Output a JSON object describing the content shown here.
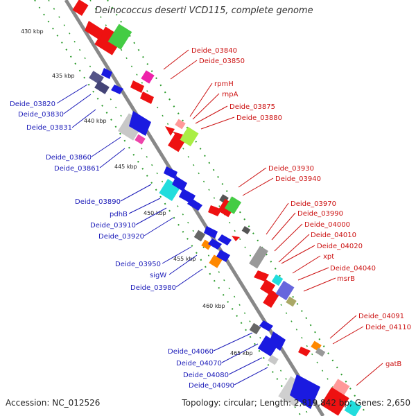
{
  "title": "Deinococcus deserti VCD115, complete genome",
  "footer": {
    "accession": "Accession: NC_012526",
    "stats": "Topology: circular; Length: 2,819,842 bp; Genes: 2,650"
  },
  "colors": {
    "left_labels": "#1a1ab8",
    "right_labels": "#cc1111"
  },
  "ruler": [
    "430 kbp",
    "435 kbp",
    "440 kbp",
    "445 kbp",
    "450 kbp",
    "455 kbp",
    "460 kbp",
    "465 kbp"
  ],
  "left_labels": [
    "Deide_03820",
    "Deide_03830",
    "Deide_03831",
    "Deide_03860",
    "Deide_03861",
    "Deide_03890",
    "pdhB",
    "Deide_03910",
    "Deide_03920",
    "Deide_03950",
    "sigW",
    "Deide_03980",
    "Deide_04060",
    "Deide_04070",
    "Deide_04080",
    "Deide_04090"
  ],
  "right_labels": [
    "Deide_03840",
    "Deide_03850",
    "rpmH",
    "rnpA",
    "Deide_03875",
    "Deide_03880",
    "Deide_03930",
    "Deide_03940",
    "Deide_03970",
    "Deide_03990",
    "Deide_04000",
    "Deide_04010",
    "Deide_04020",
    "xpt",
    "Deide_04040",
    "msrB",
    "Deide_04091",
    "Deide_04110",
    "gatB"
  ]
}
